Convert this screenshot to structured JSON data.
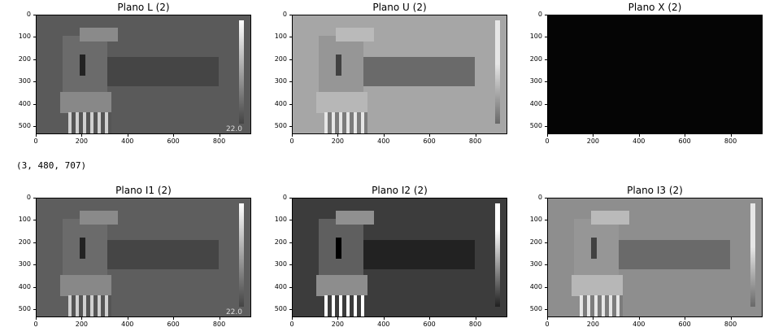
{
  "output_text": "(3, 480, 707)",
  "x_ticks": [
    "0",
    "200",
    "400",
    "600",
    "800"
  ],
  "y_ticks": [
    "0",
    "100",
    "200",
    "300",
    "400",
    "500"
  ],
  "panels": [
    {
      "title": "Plano L (2)",
      "bg": "#5a5a5a",
      "tone": "normal",
      "overlay": "22.0"
    },
    {
      "title": "Plano U (2)",
      "bg": "#a6a6a6",
      "tone": "light",
      "overlay": ""
    },
    {
      "title": "Plano X (2)",
      "bg": "#050505",
      "tone": "dark",
      "overlay": ""
    },
    {
      "title": "Plano I1 (2)",
      "bg": "#5e5e5e",
      "tone": "normal",
      "overlay": "22.0"
    },
    {
      "title": "Plano I2 (2)",
      "bg": "#3c3c3c",
      "tone": "contrast",
      "overlay": ""
    },
    {
      "title": "Plano I3 (2)",
      "bg": "#8e8e8e",
      "tone": "light",
      "overlay": ""
    }
  ]
}
